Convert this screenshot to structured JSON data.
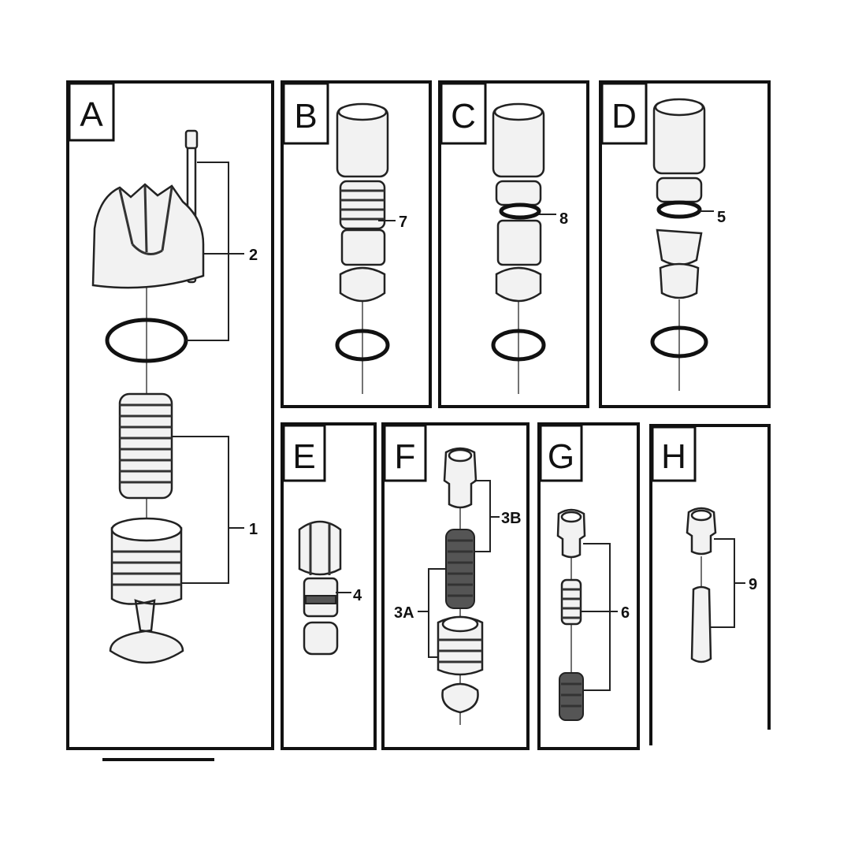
{
  "panels": {
    "A": {
      "letter": "A",
      "callouts": [
        "2",
        "1"
      ]
    },
    "B": {
      "letter": "B",
      "callouts": [
        "7"
      ]
    },
    "C": {
      "letter": "C",
      "callouts": [
        "8"
      ]
    },
    "D": {
      "letter": "D",
      "callouts": [
        "5"
      ]
    },
    "E": {
      "letter": "E",
      "callouts": [
        "4"
      ]
    },
    "F": {
      "letter": "F",
      "callouts": [
        "3B",
        "3A"
      ]
    },
    "G": {
      "letter": "G",
      "callouts": [
        "6"
      ]
    },
    "H": {
      "letter": "H",
      "callouts": [
        "9"
      ]
    }
  },
  "colors": {
    "line": "#111111",
    "part_fill": "#f2f2f2",
    "dark_fill": "#555555",
    "background": "#ffffff"
  }
}
